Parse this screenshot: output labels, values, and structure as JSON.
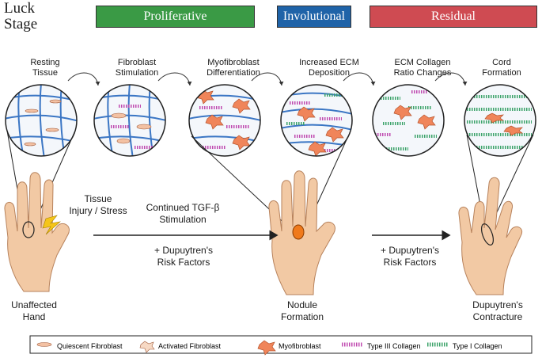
{
  "stage_title": "Luck\nStage",
  "stages": [
    {
      "label": "Proliferative",
      "color": "#3a9a45"
    },
    {
      "label": "Involutional",
      "color": "#1f63a8"
    },
    {
      "label": "Residual",
      "color": "#cf4b52"
    }
  ],
  "steps": [
    "Resting\nTissue",
    "Fibroblast\nStimulation",
    "Myofibroblast\nDifferentiation",
    "Increased ECM\nDeposition",
    "ECM Collagen\nRatio Changes",
    "Cord\nFormation"
  ],
  "hands": [
    "Unaffected\nHand",
    "Nodule\nFormation",
    "Dupuytren's\nContracture"
  ],
  "annotations": {
    "injury": "Tissue\nInjury / Stress",
    "tgf": "Continued TGF-β\nStimulation",
    "risk1": "+ Dupuytren's\nRisk Factors",
    "risk2": "+ Dupuytren's\nRisk Factors"
  },
  "legend": [
    "Quiescent Fibroblast",
    "Activated Fibroblast",
    "Myofibroblast",
    "Type III Collagen",
    "Type I Collagen"
  ],
  "colors": {
    "skin": "#f2c9a4",
    "skin_line": "#b7825c",
    "fiber": "#3b76c4",
    "type3": "#c04bb0",
    "type1": "#3ca36a",
    "myo": "#f0855a",
    "nodule": "#f07a1c"
  }
}
